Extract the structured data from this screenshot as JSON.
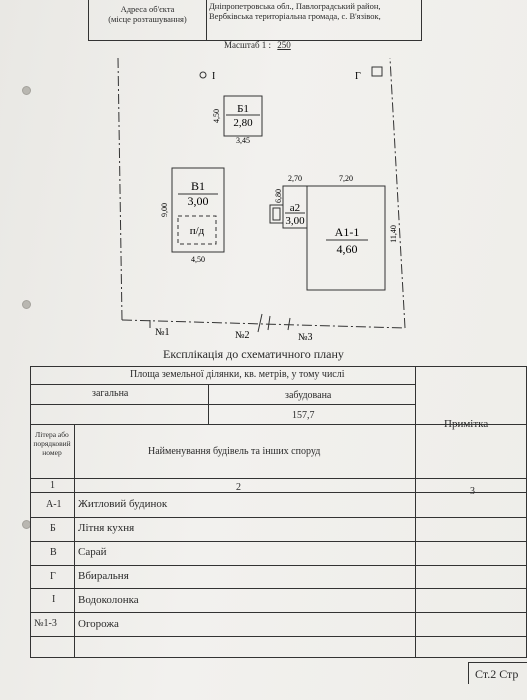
{
  "header": {
    "address_label_line1": "Адреса об'єкта",
    "address_label_line2": "(місце розташування)",
    "address_line1": "Дніпропетровська обл., Павлоградський район,",
    "address_line2": "Вербківська територіальна громада, с. В'язівок,"
  },
  "scale": {
    "label": "Масштаб 1 :",
    "value": "250"
  },
  "plan": {
    "well_marker": "І",
    "toilet_marker": "Г",
    "buildings": [
      {
        "id": "b1",
        "name": "Б1",
        "height": "2,80",
        "width_dim": "3,45",
        "depth_dim": "4,50"
      },
      {
        "id": "v1",
        "name": "В1",
        "height": "3,00",
        "basement": "п/д",
        "width_dim": "4,50",
        "depth_dim": "9,00"
      },
      {
        "id": "a2",
        "name": "а2",
        "height": "3,00",
        "width_dim": "2,70",
        "depth_dim": "6,80"
      },
      {
        "id": "a1",
        "name": "А1-1",
        "height": "4,60",
        "width_dim": "7,20",
        "depth_dim": "11,40"
      }
    ],
    "fences": [
      "№1",
      "№2",
      "№3"
    ]
  },
  "explication": {
    "title": "Експлікація до схематичного плану",
    "area_header": "Площа земельної ділянки, кв. метрів, у тому числі",
    "total_label": "загальна",
    "built_label": "забудована",
    "total_value": "",
    "built_value": "157,7",
    "note_header": "Примітка",
    "letter_header": "Літера або порядковий номер",
    "name_header": "Найменування будівель та інших споруд",
    "col_numbers": [
      "1",
      "2",
      "3"
    ],
    "rows": [
      {
        "letter": "А-1",
        "name": "Житловий будинок"
      },
      {
        "letter": "Б",
        "name": "Літня кухня"
      },
      {
        "letter": "В",
        "name": "Сарай"
      },
      {
        "letter": "Г",
        "name": "Вбиральня"
      },
      {
        "letter": "І",
        "name": "Водоколонка"
      },
      {
        "letter": "№1-3",
        "name": "Огорожа"
      }
    ]
  },
  "footer": {
    "page": "Ст.2 Стр"
  }
}
